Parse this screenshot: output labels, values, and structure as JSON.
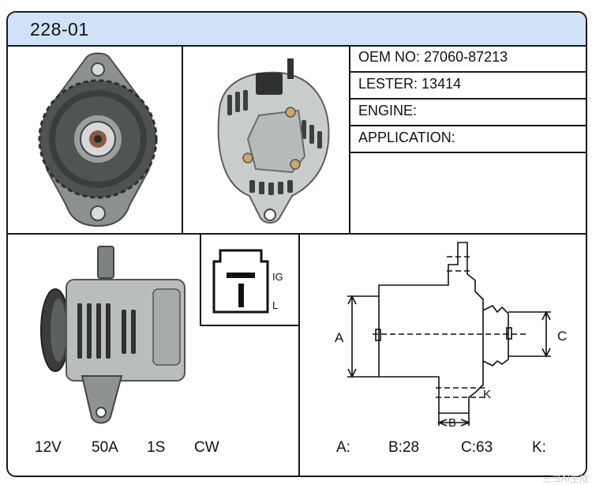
{
  "header": {
    "part_number": "228-01"
  },
  "info": {
    "oem_label": "OEM NO:",
    "oem_value": "27060-87213",
    "lester_label": "LESTER:",
    "lester_value": "13414",
    "engine_label": "ENGINE:",
    "engine_value": "",
    "application_label": "APPLICATION:",
    "application_value": ""
  },
  "connector": {
    "ig": "IG",
    "l": "L"
  },
  "specs": {
    "voltage": "12V",
    "amperage": "50A",
    "groove": "1S",
    "rotation": "CW"
  },
  "diagram": {
    "a_label": "A",
    "b_label": "B",
    "c_label": "C",
    "k_label": "K",
    "a_text": "A:",
    "b_text": "B:28",
    "c_text": "C:63",
    "k_text": "K:"
  },
  "watermark": "三ヨAI生成"
}
